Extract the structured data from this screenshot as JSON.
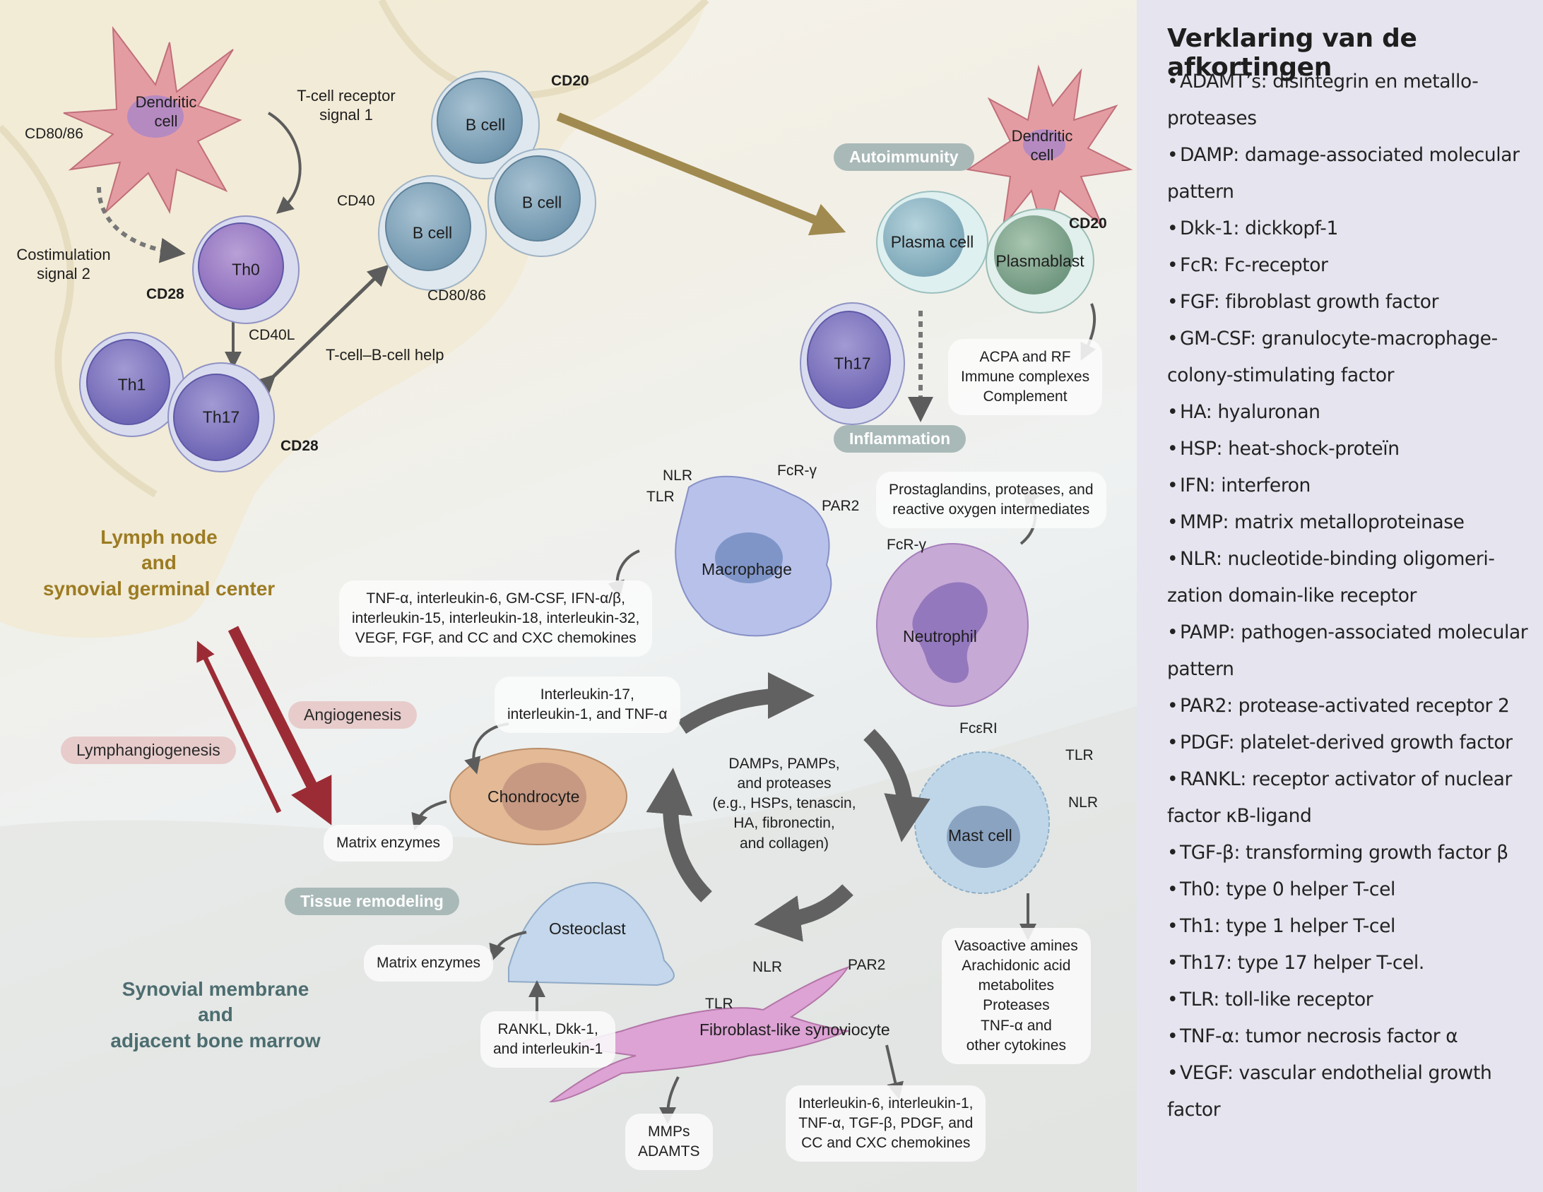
{
  "diagram": {
    "regions": {
      "lymph_node": [
        "Lymph node",
        "and",
        "synovial germinal center"
      ],
      "synovial": [
        "Synovial membrane",
        "and",
        "adjacent bone marrow"
      ]
    },
    "cells": {
      "dendritic_top": [
        "Dendritic",
        "cell"
      ],
      "th0": "Th0",
      "th1": "Th1",
      "th17_left": "Th17",
      "bcell_1": "B cell",
      "bcell_2": "B cell",
      "bcell_3": "B cell",
      "plasma_cell": "Plasma cell",
      "plasmablast": "Plasmablast",
      "dendritic_right": [
        "Dendritic",
        "cell"
      ],
      "th17_right": "Th17",
      "macrophage": "Macrophage",
      "neutrophil": "Neutrophil",
      "chondrocyte": "Chondrocyte",
      "mast_cell": "Mast cell",
      "osteoclast": "Osteoclast",
      "fibroblast": "Fibroblast-like synoviocyte"
    },
    "receptors": {
      "cd80_86_dc": "CD80/86",
      "cd28_th0": "CD28",
      "cd40l": "CD40L",
      "cd28_th17": "CD28",
      "cd40": "CD40",
      "cd80_86_b": "CD80/86",
      "cd20_top": "CD20",
      "cd20_plasmablast": "CD20",
      "mac_nlr": "NLR",
      "mac_tlr": "TLR",
      "mac_fcr": "FcR-γ",
      "mac_par2": "PAR2",
      "neu_fcr": "FcR-γ",
      "mast_fceri": "FcεRI",
      "mast_tlr": "TLR",
      "mast_nlr": "NLR",
      "fib_nlr": "NLR",
      "fib_par2": "PAR2",
      "fib_tlr": "TLR"
    },
    "annotations": {
      "tcr_signal": [
        "T-cell receptor",
        "signal 1"
      ],
      "costim_signal": [
        "Costimulation",
        "signal 2"
      ],
      "tb_help": "T-cell–B-cell help"
    },
    "pills": {
      "autoimmunity": "Autoimmunity",
      "inflammation": "Inflammation",
      "tissue_remodeling": "Tissue remodeling",
      "angiogenesis": "Angiogenesis",
      "lymphangiogenesis": "Lymphangiogenesis"
    },
    "boxes": {
      "acpa": [
        "ACPA and RF",
        "Immune complexes",
        "Complement"
      ],
      "prostaglandins": [
        "Prostaglandins, proteases, and",
        "reactive oxygen intermediates"
      ],
      "macrophage_out": [
        "TNF-α, interleukin-6, GM-CSF, IFN-α/β,",
        "interleukin-15, interleukin-18, interleukin-32,",
        "VEGF, FGF, and CC and CXC chemokines"
      ],
      "il17": [
        "Interleukin-17,",
        "interleukin-1, and TNF-α"
      ],
      "matrix_enzymes_1": "Matrix enzymes",
      "matrix_enzymes_2": "Matrix enzymes",
      "damps": [
        "DAMPs, PAMPs,",
        "and proteases",
        "(e.g., HSPs, tenascin,",
        "HA, fibronectin,",
        "and collagen)"
      ],
      "mast_out": [
        "Vasoactive amines",
        "Arachidonic acid",
        "metabolites",
        "Proteases",
        "TNF-α and",
        "other cytokines"
      ],
      "rankl": [
        "RANKL, Dkk-1,",
        "and interleukin-1"
      ],
      "mmps": [
        "MMPs",
        "ADAMTS"
      ],
      "fib_out": [
        "Interleukin-6, interleukin-1,",
        "TNF-α, TGF-β, PDGF, and",
        "CC and CXC chemokines"
      ]
    },
    "colors": {
      "gold_arrow": "#a08a4f",
      "red_arrow": "#9b2c35",
      "grey_arrow": "#5c5c5c",
      "pill_grey": "#a9b9b8",
      "pill_rose": "#e7cccb",
      "region_gold": "#9c7b22",
      "region_teal": "#4d6d70"
    }
  },
  "legend": {
    "title": "Verklaring van de afkortingen",
    "items": [
      [
        "ADAMT’s: disintegrin en metallo-",
        "proteases"
      ],
      [
        "DAMP: damage-associated molecular",
        "pattern"
      ],
      [
        "Dkk-1: dickkopf-1"
      ],
      [
        "FcR: Fc-receptor"
      ],
      [
        "FGF: fibroblast growth factor"
      ],
      [
        "GM-CSF: granulocyte-macrophage-",
        "colony-stimulating factor"
      ],
      [
        "HA: hyaluronan"
      ],
      [
        "HSP: heat-shock-proteïn"
      ],
      [
        "IFN: interferon"
      ],
      [
        "MMP: matrix metalloproteinase"
      ],
      [
        "NLR: nucleotide-binding oligomeri-",
        "zation domain-like receptor"
      ],
      [
        "PAMP: pathogen-associated molecular",
        "pattern"
      ],
      [
        "PAR2: protease-activated receptor 2"
      ],
      [
        "PDGF: platelet-derived growth factor"
      ],
      [
        "RANKL: receptor activator of nuclear",
        "factor κB-ligand"
      ],
      [
        "TGF-β: transforming growth factor β"
      ],
      [
        "Th0: type 0 helper T-cel"
      ],
      [
        "Th1: type 1 helper T-cel"
      ],
      [
        "Th17: type 17 helper T-cel."
      ],
      [
        "TLR: toll-like receptor"
      ],
      [
        "TNF-α: tumor necrosis factor α"
      ],
      [
        "VEGF: vascular endothelial growth",
        "factor"
      ]
    ]
  }
}
